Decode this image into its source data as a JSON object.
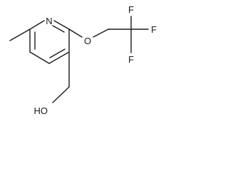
{
  "molecule": {
    "atoms": {
      "n": "N",
      "o": "O",
      "f1": "F",
      "f2": "F",
      "f3": "F",
      "hydroxyl": "HO"
    }
  }
}
